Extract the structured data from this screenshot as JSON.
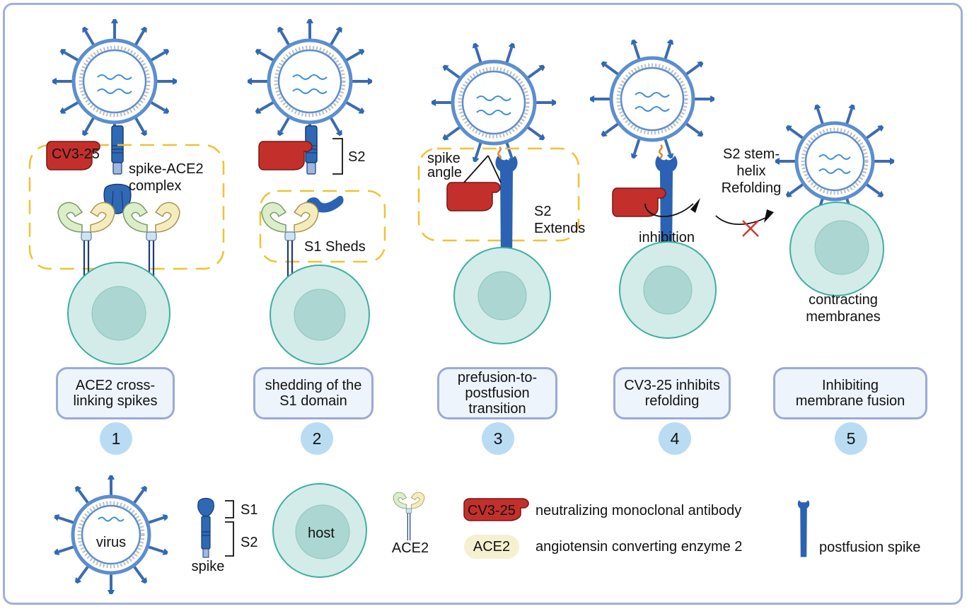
{
  "panels": [
    {
      "number": "1",
      "step": "ACE2 cross-\nlinking spikes",
      "annotations": [
        "CV3-25",
        "spike-ACE2\ncomplex"
      ]
    },
    {
      "number": "2",
      "step": "shedding of the\nS1 domain",
      "annotations": [
        "S2",
        "S1 Sheds"
      ]
    },
    {
      "number": "3",
      "step": "prefusion-to-\npostfusion\ntransition",
      "annotations": [
        "spike\nangle",
        "S2\nExtends"
      ]
    },
    {
      "number": "4",
      "step": "CV3-25 inhibits\nrefolding",
      "annotations": [
        "inhibition"
      ]
    },
    {
      "number": "5",
      "step": "Inhibiting\nmembrane fusion",
      "annotations": [
        "S2 stem-\nhelix\nRefolding",
        "contracting\nmembranes"
      ]
    }
  ],
  "legend": {
    "virus": "virus",
    "s1": "S1",
    "s2": "S2",
    "spike": "spike",
    "host": "host",
    "ace2_icon": "ACE2",
    "antibody_tag": "CV3-25",
    "antibody_desc": "neutralizing monoclonal antibody",
    "ace2_tag": "ACE2",
    "ace2_desc": "angiotensin converting enzyme 2",
    "postfusion_desc": "postfusion spike"
  },
  "colors": {
    "virus_membrane": "#5b8ed0",
    "spike_blue": "#2f69b4",
    "antibody_red": "#c3302c",
    "ace2_green": "#dceec9",
    "ace2_yellow": "#f5ecbe",
    "host_cell": "#d3ece9",
    "host_nucleus": "#acd6d1",
    "dashed_box": "#eec334",
    "label_box": "#9aaad6",
    "number_circle": "#b9dcf3"
  }
}
